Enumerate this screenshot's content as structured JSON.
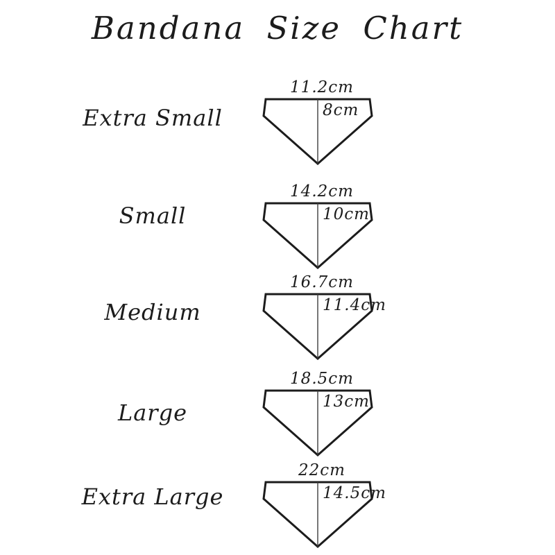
{
  "title": "Bandana Size Chart",
  "rows": [
    {
      "label": "Extra Small",
      "width": "11.2cm",
      "height": "8cm"
    },
    {
      "label": "Small",
      "width": "14.2cm",
      "height": "10cm"
    },
    {
      "label": "Medium",
      "width": "16.7cm",
      "height": "11.4cm"
    },
    {
      "label": "Large",
      "width": "18.5cm",
      "height": "13cm"
    },
    {
      "label": "Extra Large",
      "width": "22cm",
      "height": "14.5cm"
    }
  ],
  "colors": {
    "ink": "#1c1c1c",
    "fold_line": "#3c3c3c",
    "background": "#ffffff"
  }
}
